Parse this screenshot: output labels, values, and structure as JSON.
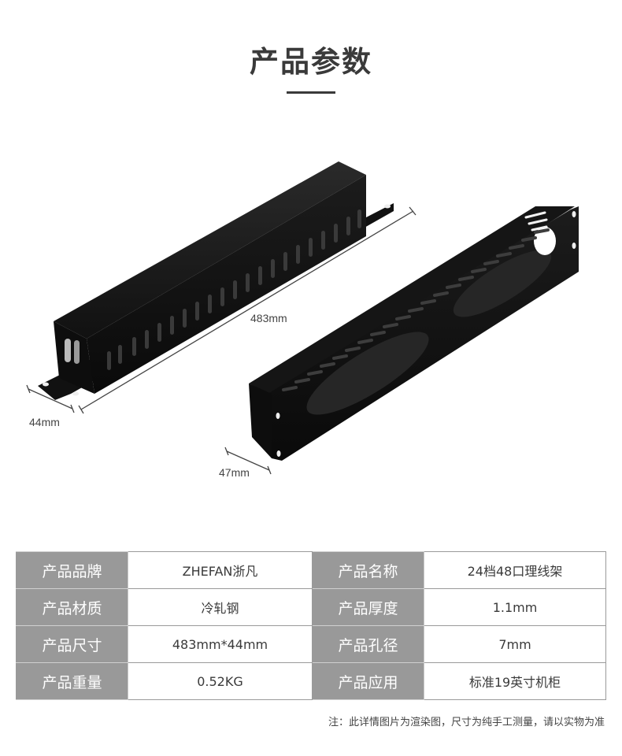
{
  "header": {
    "title": "产品参数"
  },
  "product_images": {
    "left_view": {
      "name": "cable-manager-rear-view",
      "dimension_labels": {
        "length": "483mm",
        "height": "44mm"
      }
    },
    "right_view": {
      "name": "cable-manager-front-view",
      "dimension_labels": {
        "depth": "47mm"
      }
    },
    "colors": {
      "product": "#141414",
      "dimension_line": "#444444"
    }
  },
  "spec_table": {
    "rows": [
      {
        "label1": "产品品牌",
        "value1": "ZHEFAN浙凡",
        "label2": "产品名称",
        "value2": "24档48口理线架"
      },
      {
        "label1": "产品材质",
        "value1": "冷轧钢",
        "label2": "产品厚度",
        "value2": "1.1mm"
      },
      {
        "label1": "产品尺寸",
        "value1": "483mm*44mm",
        "label2": "产品孔径",
        "value2": "7mm"
      },
      {
        "label1": "产品重量",
        "value1": "0.52KG",
        "label2": "产品应用",
        "value2": "标准19英寸机柜"
      }
    ],
    "colors": {
      "label_bg": "#999999",
      "label_text": "#ffffff",
      "value_bg": "#ffffff",
      "border": "#9a9a9a"
    }
  },
  "footer": {
    "note": "注：此详情图片为渲染图，尺寸为纯手工测量，请以实物为准"
  }
}
